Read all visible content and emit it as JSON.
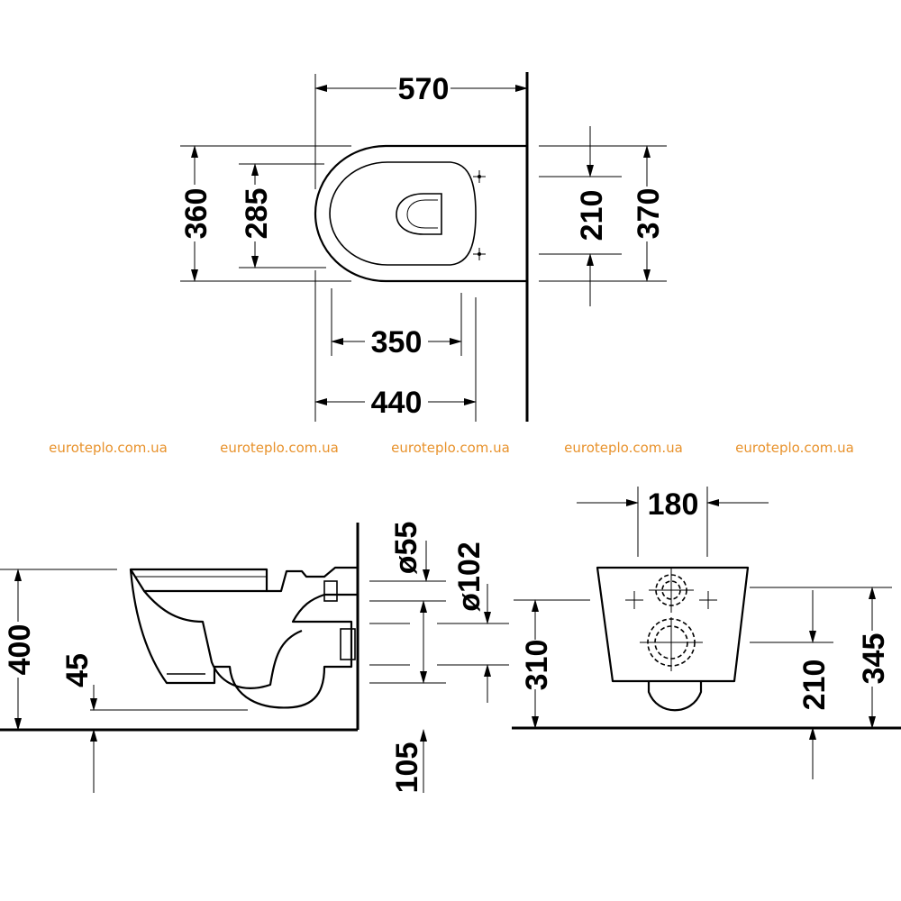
{
  "dimensions": {
    "top": {
      "width_total": "570",
      "height_outer": "360",
      "height_inner": "285",
      "mount_spacing": "210",
      "rear_width": "370",
      "bowl_inner": "350",
      "bowl_outer": "440"
    },
    "side": {
      "height": "400",
      "drop": "45",
      "inlet_diameter": "ø55",
      "outlet_diameter": "ø102",
      "outlet_offset": "105"
    },
    "rear": {
      "width": "180",
      "inlet_height": "310",
      "outlet_height": "210",
      "top_height": "345"
    }
  },
  "watermark": {
    "text": "euroteplo.com.ua",
    "repeat": 5,
    "color": "#e8922c"
  }
}
